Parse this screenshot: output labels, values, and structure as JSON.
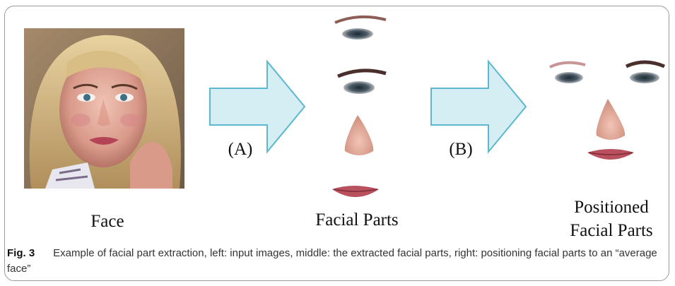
{
  "figure": {
    "labels": {
      "face": "Face",
      "step_a": "(A)",
      "facial_parts": "Facial Parts",
      "step_b": "(B)",
      "positioned_line1": "Positioned",
      "positioned_line2": "Facial Parts"
    },
    "colors": {
      "arrow_fill": "#d5eef4",
      "arrow_stroke": "#5bb8cf",
      "lip": "#b8505d",
      "skin": "#e6b2a4"
    }
  },
  "caption": {
    "fig_label": "Fig. 3",
    "text": "Example of facial part extraction, left: input images, middle: the extracted facial parts, right: positioning facial parts to an “average face”"
  }
}
